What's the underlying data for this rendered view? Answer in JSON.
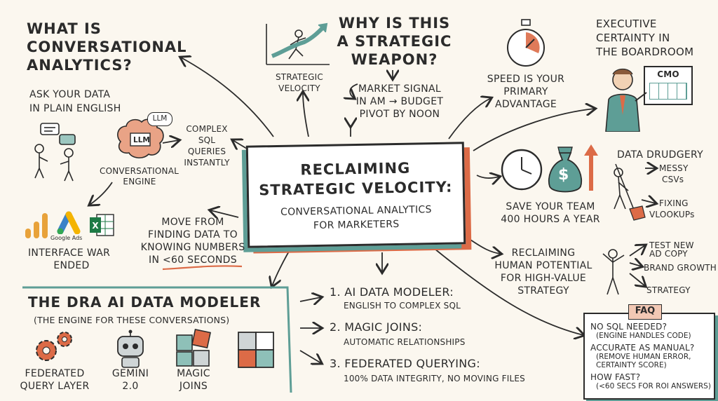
{
  "center": {
    "title1": "RECLAIMING",
    "title2": "STRATEGIC VELOCITY:",
    "sub1": "CONVERSATIONAL ANALYTICS",
    "sub2": "FOR MARKETERS"
  },
  "what": {
    "title1": "WHAT IS",
    "title2": "CONVERSATIONAL",
    "title3": "ANALYTICS?",
    "ask1": "ASK YOUR DATA",
    "ask2": "IN PLAIN ENGLISH",
    "llm_bubble": "LLM",
    "llm_chip": "LLM",
    "engine1": "CONVERSATIONAL",
    "engine2": "ENGINE",
    "sql1": "COMPLEX",
    "sql2": "SQL",
    "sql3": "QUERIES",
    "sql4": "INSTANTLY",
    "google_ads": "Google Ads",
    "interface1": "INTERFACE WAR",
    "interface2": "ENDED",
    "move1": "MOVE FROM",
    "move2": "FINDING DATA TO",
    "move3": "KNOWING NUMBERS",
    "move4": "IN <60 SECONDS"
  },
  "velocity": {
    "label1": "STRATEGIC",
    "label2": "VELOCITY"
  },
  "why": {
    "title1": "WHY IS THIS",
    "title2": "A STRATEGIC",
    "title3": "WEAPON?",
    "signal1": "MARKET SIGNAL",
    "signal2": "IN AM → BUDGET",
    "signal3": "PIVOT BY NOON"
  },
  "speed": {
    "l1": "SPEED IS YOUR",
    "l2": "PRIMARY",
    "l3": "ADVANTAGE"
  },
  "exec": {
    "l1": "EXECUTIVE",
    "l2": "CERTAINTY IN",
    "l3": "THE BOARDROOM",
    "cmo": "CMO"
  },
  "save": {
    "l1": "SAVE YOUR TEAM",
    "l2": "400 HOURS A YEAR",
    "dollar": "$"
  },
  "drudgery": {
    "title": "DATA DRUDGERY",
    "messy1": "MESSY",
    "messy2": "CSVs",
    "fix1": "FIXING",
    "fix2": "VLOOKUPs"
  },
  "human": {
    "l1": "RECLAIMING",
    "l2": "HUMAN POTENTIAL",
    "l3": "FOR HIGH-VALUE",
    "l4": "STRATEGY",
    "b1a": "TEST NEW",
    "b1b": "AD COPY",
    "b2": "BRAND GROWTH",
    "b3": "STRATEGY"
  },
  "modeler": {
    "title": "THE DRA AI DATA MODELER",
    "subtitle": "(THE ENGINE FOR THESE CONVERSATIONS)",
    "fed1": "FEDERATED",
    "fed2": "QUERY LAYER",
    "gem1": "GEMINI",
    "gem2": "2.0",
    "mj1": "MAGIC",
    "mj2": "JOINS"
  },
  "list": [
    {
      "title": "1. AI DATA MODELER:",
      "desc": "ENGLISH TO COMPLEX SQL"
    },
    {
      "title": "2. MAGIC JOINS:",
      "desc": "AUTOMATIC RELATIONSHIPS"
    },
    {
      "title": "3. FEDERATED QUERYING:",
      "desc": "100% DATA INTEGRITY, NO MOVING FILES"
    }
  ],
  "faq": {
    "tab": "FAQ",
    "q1": "NO SQL NEEDED?",
    "a1": "(ENGINE HANDLES CODE)",
    "q2": "ACCURATE AS MANUAL?",
    "a2a": "(REMOVE HUMAN ERROR,",
    "a2b": "CERTAINTY SCORE)",
    "q3": "HOW FAST?",
    "a3": "(<60 SECS FOR ROI ANSWERS)"
  },
  "colors": {
    "teal": "#5e9e96",
    "orange": "#dc6b47",
    "ink": "#2b2b2b",
    "paper": "#fbf7ef"
  }
}
